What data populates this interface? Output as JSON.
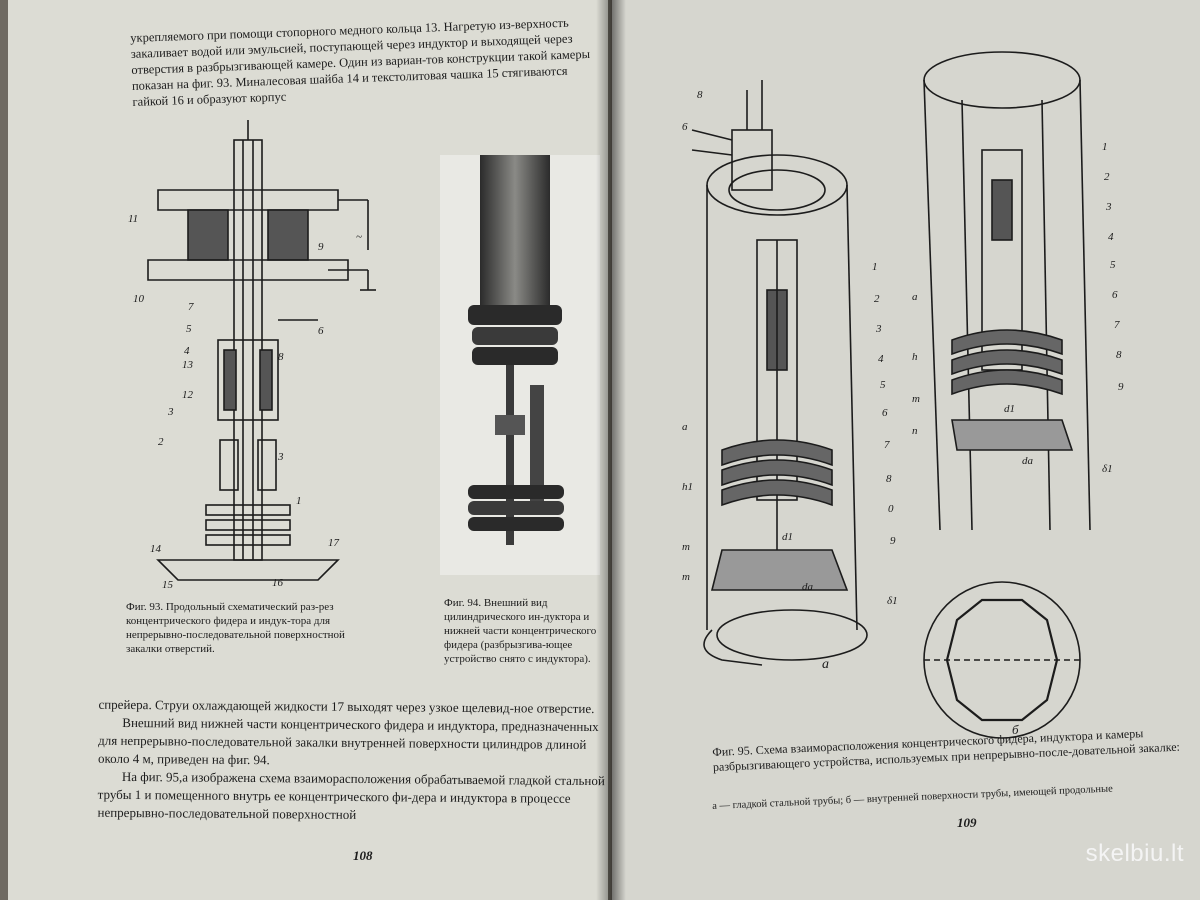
{
  "left_page": {
    "top_paragraph": "укрепляемого при помощи стопорного медного кольца 13. Нагретую из-верхность закаливает водой или эмульсией, поступающей через индуктор и выходящей через отверстия в разбрызгивающей камере. Один из вариан-тов конструкции такой камеры показан на фиг. 93. Миналесовая шайба 14 и текстолитовая чашка 15 стягиваются гайкой 16 и образуют корпус",
    "fig93_caption": "Фиг. 93. Продольный схематический раз-рез концентрического фидера и индук-тора для непрерывно-последовательной поверхностной закалки отверстий.",
    "fig94_caption": "Фиг. 94. Внешний вид цилиндрического ин-дуктора и нижней части концентрического фидера (разбрызгива-ющее устройство снято с индуктора).",
    "body_paragraphs": [
      "спрейера. Струи охлаждающей жидкости 17 выходят через узкое щелевид-ное отверстие.",
      "Внешний вид нижней части концентрического фидера и индуктора, предназначенных для непрерывно-последовательной закалки внутренней поверхности цилиндров длиной около 4 м, приведен на фиг. 94.",
      "На фиг. 95,а изображена схема взаиморасположения обрабатываемой гладкой стальной трубы 1 и помещенного внутрь ее концентрического фи-дера и индуктора в процессе непрерывно-последовательной поверхностной"
    ],
    "page_number": "108",
    "fig93_labels": [
      "11",
      "9",
      "10",
      "7",
      "5",
      "4",
      "13",
      "12",
      "3",
      "2",
      "3",
      "1",
      "14",
      "15",
      "16",
      "17",
      "6",
      "8",
      "~"
    ]
  },
  "right_page": {
    "fig95_caption": "Фиг. 95. Схема взаиморасположения концентрического фидера, индуктора и камеры разбрызгивающего устройства, используемых при непрерывно-после-довательной закалке:",
    "fig95_legend": "а — гладкой стальной трубы; б — внутренней поверхности трубы, имеющей продольные",
    "page_number": "109",
    "sub_a": "а",
    "sub_b": "б",
    "fig95a_labels": [
      "8",
      "6",
      "1",
      "2",
      "3",
      "4",
      "5",
      "6",
      "7",
      "8",
      "0",
      "9",
      "a",
      "h1",
      "m",
      "m",
      "d1",
      "da",
      "δ1"
    ],
    "fig95b_labels": [
      "1",
      "2",
      "3",
      "4",
      "5",
      "6",
      "7",
      "8",
      "9",
      "a",
      "h",
      "m",
      "n",
      "d1",
      "da",
      "δ1"
    ]
  },
  "watermark": "skelbiu.lt"
}
